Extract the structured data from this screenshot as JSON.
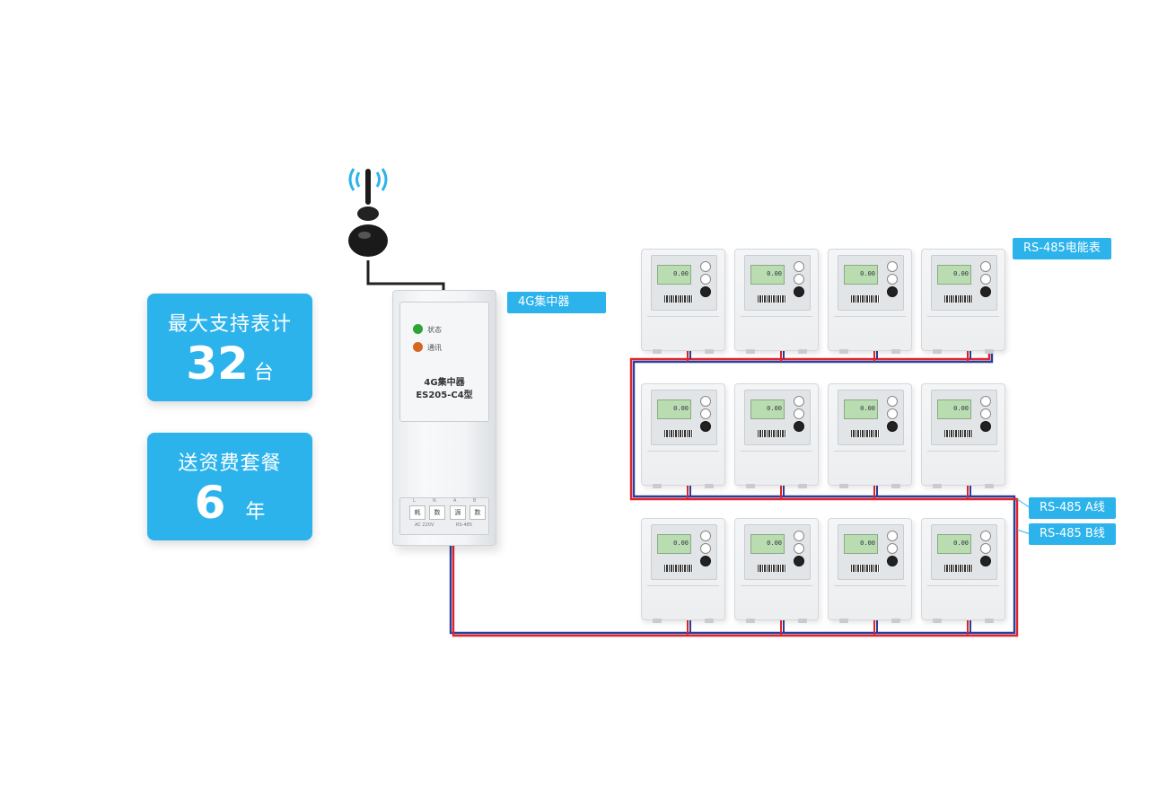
{
  "stats": [
    {
      "title": "最大支持表计",
      "value": "32",
      "unit": "台"
    },
    {
      "title": "送资费套餐",
      "value": "6",
      "unit": "年"
    }
  ],
  "concentrator": {
    "tag": "4G集中器",
    "led_status": "状态",
    "led_comm": "通讯",
    "model_line1": "4G集中器",
    "model_line2": "ES205-C4型",
    "terminals": [
      "L",
      "N",
      "A",
      "B"
    ],
    "terminal_keys": [
      "耗",
      "数",
      "源",
      "数"
    ],
    "terminal_labels": [
      "AC 220V",
      "RS-485"
    ]
  },
  "labels": {
    "meter": "RS-485电能表",
    "line_a": "RS-485 A线",
    "line_b": "RS-485 B线"
  },
  "colors": {
    "accent": "#2cb3ec",
    "wire_a": "#e2242b",
    "wire_b": "#2a3f9c",
    "led_green": "#2fa336",
    "led_orange": "#d4661f"
  },
  "meters": {
    "rows": 3,
    "cols": 4
  }
}
